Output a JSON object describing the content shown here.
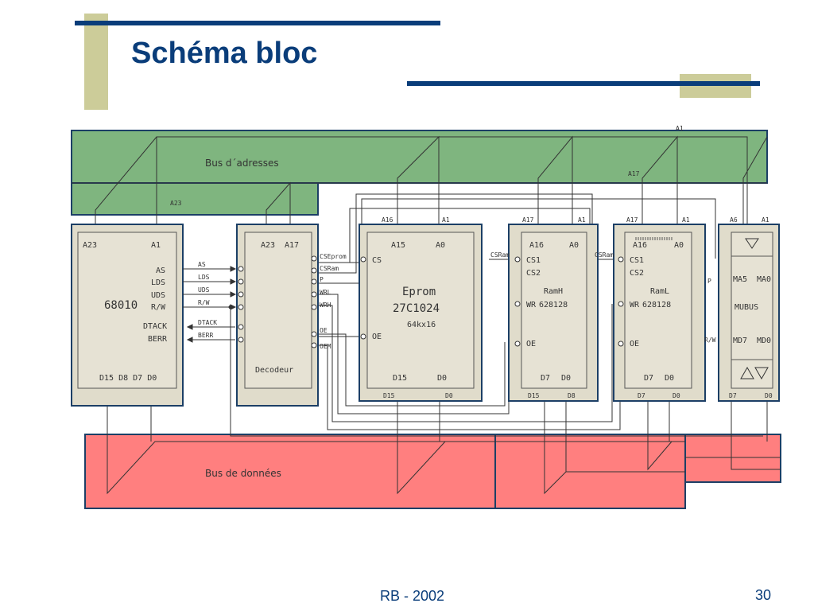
{
  "slide": {
    "title": "Schéma bloc",
    "footer": "RB - 2002",
    "page_number": "30"
  },
  "colors": {
    "title_blue": "#0a3d7a",
    "accent_tan": "#cccc99",
    "address_bus": "#7fb57f",
    "data_bus": "#ff7f7f",
    "chip_fill": "#e0dccb",
    "chip_border": "#1c3f66"
  },
  "diagram": {
    "address_bus_label": "Bus d´adresses",
    "data_bus_label": "Bus de données",
    "bus_tags": {
      "a23": "A23",
      "a17": "A17",
      "a1": "A1"
    },
    "cpu": {
      "name": "68010",
      "pin_a23": "A23",
      "pin_a1": "A1",
      "pin_as": "AS",
      "pin_lds": "LDS",
      "pin_uds": "UDS",
      "pin_rw": "R/W",
      "pin_dtack": "DTACK",
      "pin_berr": "BERR",
      "pin_data": "D15 D8 D7 D0"
    },
    "signals": {
      "as": "AS",
      "lds": "LDS",
      "uds": "UDS",
      "rw": "R/W",
      "dtack": "DTACK",
      "berr": "BERR"
    },
    "decoder": {
      "name": "Decodeur",
      "pin_a23": "A23",
      "pin_a17": "A17",
      "out_cseprom": "CSEprom",
      "out_csram": "CSRam",
      "out_p": "P",
      "out_wrl": "WRL",
      "out_wrh": "WRH",
      "out_oe": "OE",
      "out_oem": "OEM"
    },
    "eprom": {
      "name": "Eprom",
      "part": "27C1024",
      "size": "64kx16",
      "pin_a15": "A15",
      "pin_a0": "A0",
      "pin_cs": "CS",
      "pin_oe": "OE",
      "pin_d15": "D15",
      "pin_d0": "D0",
      "tag_a16": "A16",
      "tag_a1": "A1",
      "bot_d15": "D15",
      "bot_d0": "D0"
    },
    "ramh": {
      "name": "RamH",
      "part": "628128",
      "pin_a16": "A16",
      "pin_a0": "A0",
      "pin_cs1": "CS1",
      "pin_cs2": "CS2",
      "pin_wr": "WR",
      "pin_oe": "OE",
      "pin_d7": "D7",
      "pin_d0": "D0",
      "tag_a17": "A17",
      "tag_a1": "A1",
      "bot_d15": "D15",
      "bot_d8": "D8",
      "csram": "CSRam"
    },
    "raml": {
      "name": "RamL",
      "part": "628128",
      "pin_a16": "A16",
      "pin_a0": "A0",
      "pin_cs1": "CS1",
      "pin_cs2": "CS2",
      "pin_wr": "WR",
      "pin_oe": "OE",
      "pin_d7": "D7",
      "pin_d0": "D0",
      "tag_a17": "A17",
      "tag_a1": "A1",
      "bot_d7": "D7",
      "bot_d0": "D0",
      "csram": "CSRam"
    },
    "mubus": {
      "name": "MUBUS",
      "pin_ma5": "MA5",
      "pin_ma0": "MA0",
      "pin_md7": "MD7",
      "pin_md0": "MD0",
      "tag_a6": "A6",
      "tag_a1": "A1",
      "bot_d7": "D7",
      "bot_d0": "D0",
      "sig_p": "P",
      "sig_rw": "R/W"
    }
  }
}
